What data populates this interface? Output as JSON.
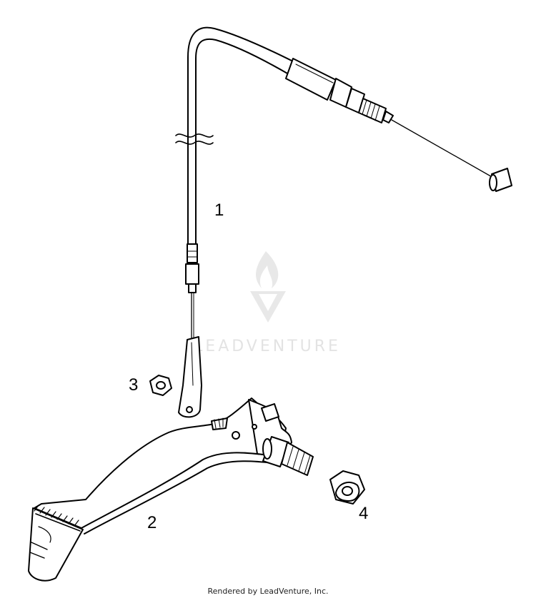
{
  "callouts": [
    {
      "id": "1",
      "label": "1"
    },
    {
      "id": "2",
      "label": "2"
    },
    {
      "id": "3",
      "label": "3"
    },
    {
      "id": "4",
      "label": "4"
    }
  ],
  "watermark": {
    "text": "LEADVENTURE"
  },
  "footer": {
    "text": "Rendered by LeadVenture, Inc."
  },
  "colors": {
    "line": "#000000",
    "watermark": "#e3e3e3",
    "background": "#ffffff"
  }
}
